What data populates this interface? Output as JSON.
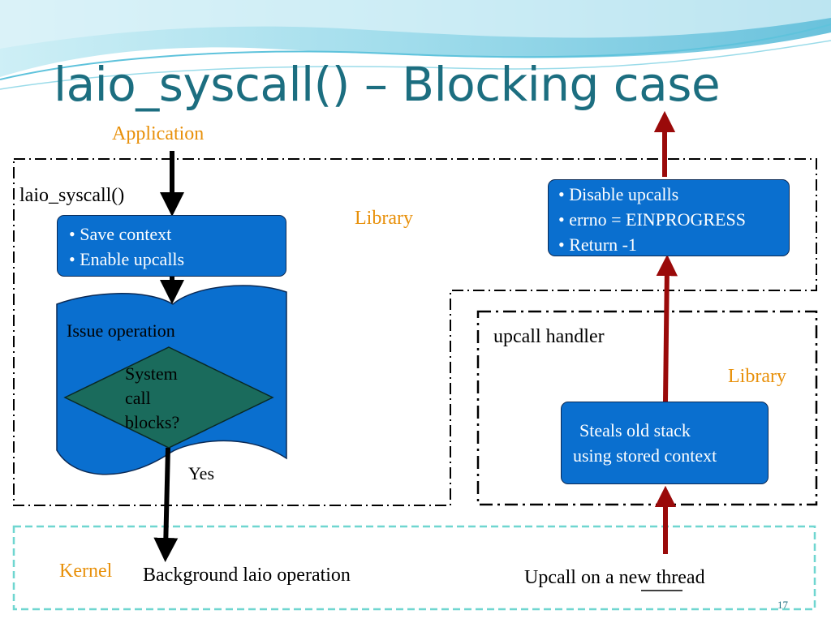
{
  "slide": {
    "title": "laio_syscall() – Blocking case",
    "page_number": "17"
  },
  "labels": {
    "application": "Application",
    "library_left": "Library",
    "library_right": "Library",
    "kernel": "Kernel",
    "laio_syscall": "laio_syscall()",
    "issue_operation": "Issue operation",
    "yes": "Yes",
    "upcall_handler": "upcall handler",
    "background_op": "Background laio operation",
    "upcall_prefix": "Upcall on a ",
    "upcall_emphasis": "new",
    "upcall_suffix": " thread"
  },
  "boxes": {
    "save_context": {
      "items": [
        "Save context",
        "Enable upcalls"
      ]
    },
    "disable_upcalls": {
      "items": [
        "Disable upcalls",
        "errno = EINPROGRESS",
        "Return -1"
      ]
    },
    "steals_stack": {
      "lines": [
        "Steals old stack",
        "using stored context"
      ]
    },
    "decision": {
      "lines": [
        "System",
        "call",
        "blocks?"
      ]
    }
  },
  "colors": {
    "title": "#1c6e80",
    "box_fill": "#0a6fcf",
    "decision_fill": "#1a6b5c",
    "orange_label": "#e8900a",
    "red_arrow": "#9a0a0a",
    "kernel_border": "#6fd6d0"
  }
}
